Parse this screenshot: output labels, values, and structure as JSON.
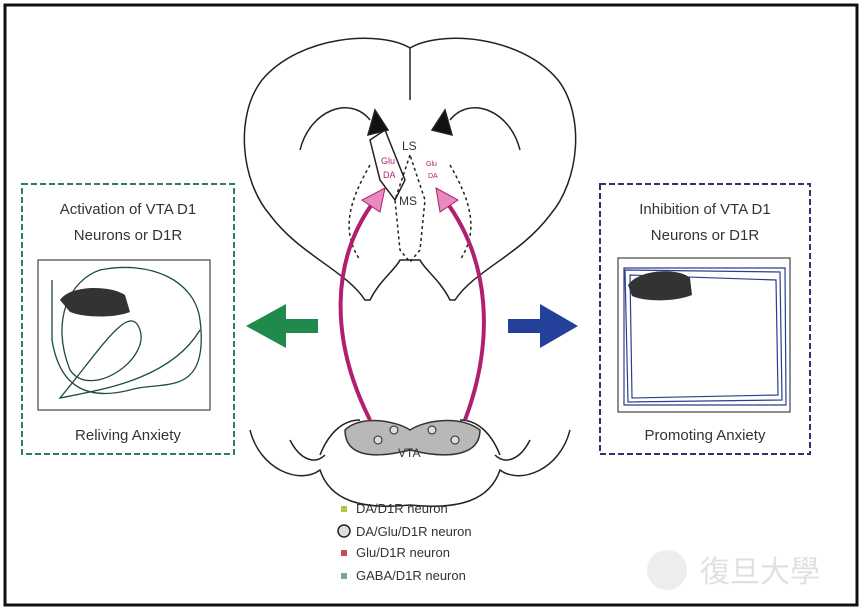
{
  "left_panel": {
    "title_line1": "Activation of VTA D1",
    "title_line2": "Neurons or D1R",
    "caption": "Reliving Anxiety",
    "color": "#2e7d5b"
  },
  "right_panel": {
    "title_line1": "Inhibition of VTA D1",
    "title_line2": "Neurons or D1R",
    "caption": "Promoting Anxiety",
    "color": "#2a3570"
  },
  "brain": {
    "ls": "LS",
    "ms": "MS",
    "glu_left": "Glu",
    "da_left": "DA",
    "glu_right": "Glu",
    "da_right": "DA",
    "vta": "VTA"
  },
  "arrows": {
    "projection_color": "#b0206e",
    "left_color": "#1f8a4c",
    "right_color": "#23409a"
  },
  "legend": [
    {
      "label": "DA/D1R neuron",
      "color": "#b9c24a"
    },
    {
      "label": "DA/Glu/D1R neuron",
      "color": "#333333"
    },
    {
      "label": "Glu/D1R neuron",
      "color": "#c0504d"
    },
    {
      "label": "GABA/D1R neuron",
      "color": "#7fa89a"
    }
  ],
  "watermark": "復旦大學"
}
